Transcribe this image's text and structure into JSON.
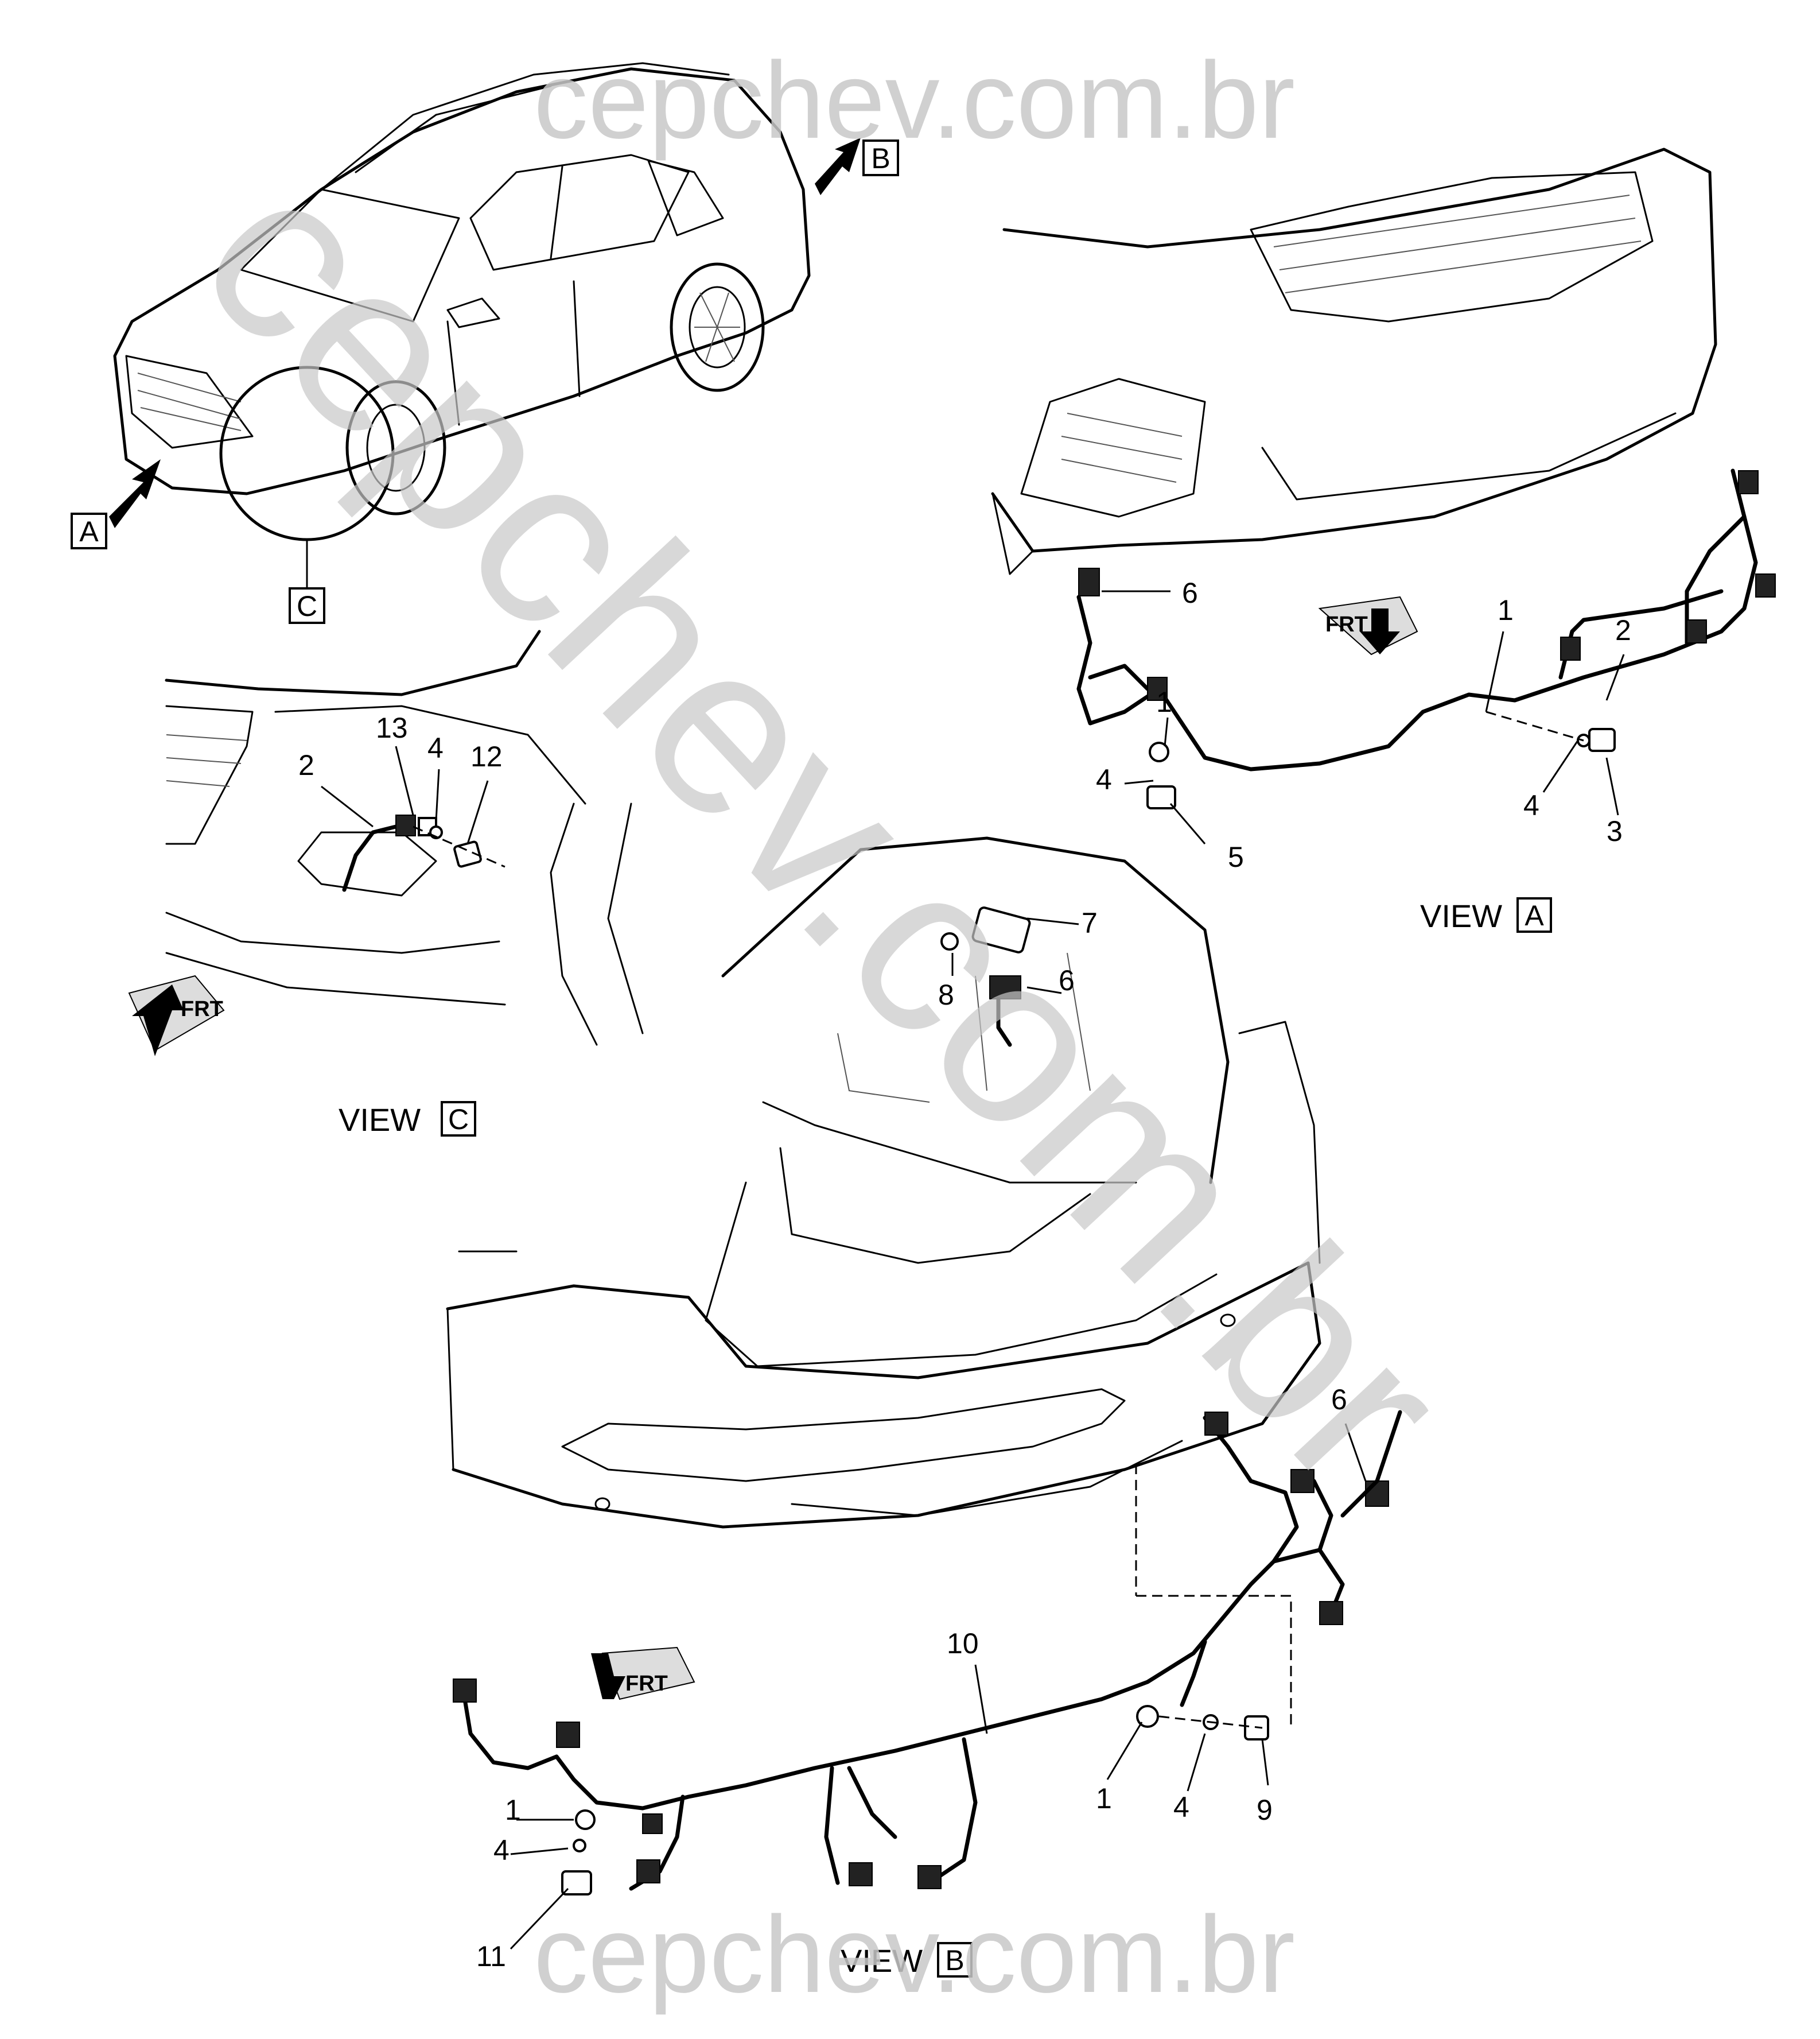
{
  "watermarks": {
    "top": "cepchev.com.br",
    "bottom": "cepchev.com.br",
    "diagonal": "cepchev.com.br"
  },
  "overview": {
    "view_letters": [
      "A",
      "B",
      "C"
    ]
  },
  "views": {
    "A": {
      "label": "VIEW",
      "letter": "A",
      "direction": "FRT",
      "callouts": [
        "6",
        "1",
        "2",
        "1",
        "4",
        "4",
        "5",
        "3"
      ]
    },
    "B": {
      "label": "VIEW",
      "letter": "B",
      "direction": "FRT",
      "callouts": [
        "7",
        "8",
        "6",
        "6",
        "10",
        "1",
        "4",
        "9",
        "1",
        "4",
        "11"
      ]
    },
    "C": {
      "label": "VIEW",
      "letter": "C",
      "direction": "FRT",
      "callouts": [
        "2",
        "13",
        "4",
        "12"
      ]
    }
  }
}
